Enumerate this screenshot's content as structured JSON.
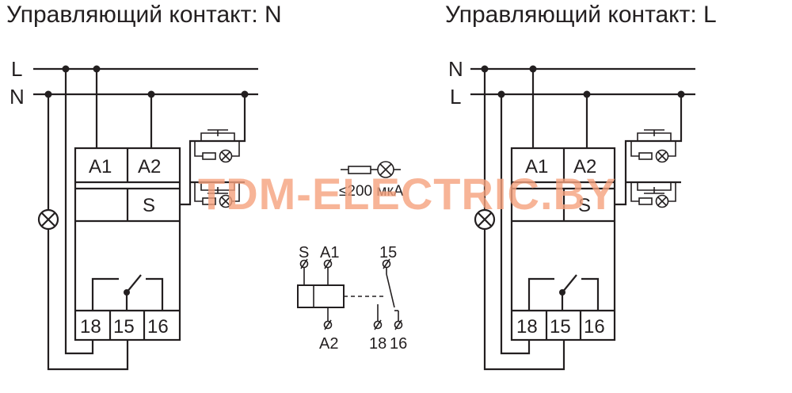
{
  "titles": {
    "left": "Управляющий контакт: N",
    "right": "Управляющий контакт: L"
  },
  "left_diagram": {
    "rail_top": "L",
    "rail_bottom": "N",
    "terminal_a1": "A1",
    "terminal_a2": "A2",
    "terminal_s": "S",
    "terminal_18": "18",
    "terminal_15": "15",
    "terminal_16": "16"
  },
  "right_diagram": {
    "rail_top": "N",
    "rail_bottom": "L",
    "terminal_a1": "A1",
    "terminal_a2": "A2",
    "terminal_s": "S",
    "terminal_18": "18",
    "terminal_15": "15",
    "terminal_16": "16"
  },
  "center": {
    "current_note": "≤200 мкА",
    "label_s": "S",
    "label_a1": "A1",
    "label_a2": "A2",
    "label_15": "15",
    "label_18": "18",
    "label_16": "16"
  },
  "watermark": "TDM-ELECTRIC.BY",
  "colors": {
    "line": "#231f20",
    "watermark": "#f6a27e"
  }
}
